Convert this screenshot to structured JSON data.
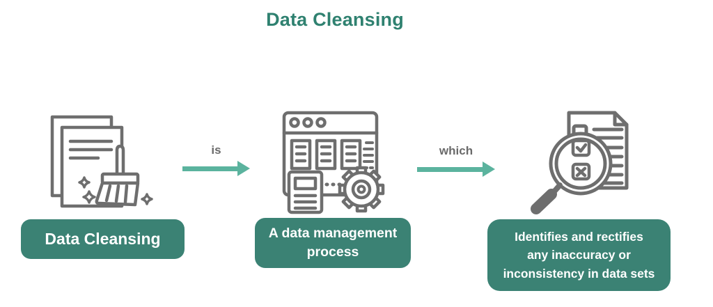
{
  "title": "Data Cleansing",
  "colors": {
    "title": "#2f8170",
    "box_bg": "#3b8274",
    "box_text": "#ffffff",
    "arrow": "#5bb39e",
    "icon_stroke": "#6e6e6e",
    "connector_label": "#6a6a6a"
  },
  "nodes": [
    {
      "id": "data-cleansing",
      "icon": "documents-broom-icon",
      "label": "Data Cleansing"
    },
    {
      "id": "definition",
      "icon": "data-management-gear-icon",
      "label": [
        "A data management",
        "process"
      ]
    },
    {
      "id": "function",
      "icon": "magnifier-checklist-icon",
      "label": [
        "Identifies and rectifies",
        "any inaccuracy or",
        "inconsistency in data sets"
      ]
    }
  ],
  "connectors": [
    {
      "label": "is"
    },
    {
      "label": "which"
    }
  ]
}
